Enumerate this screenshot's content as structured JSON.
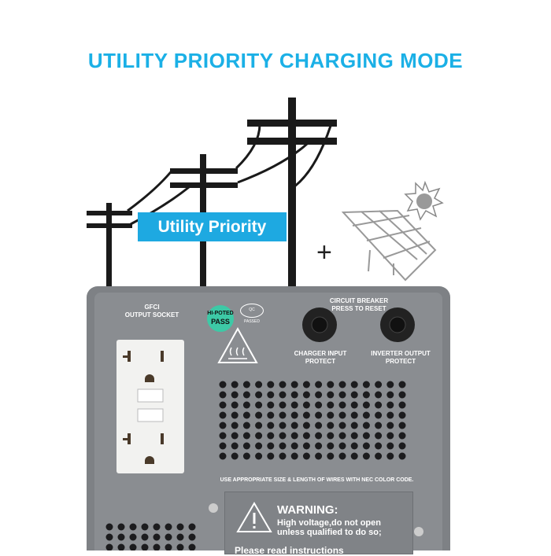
{
  "title": "UTILITY PRIORITY CHARGING MODE",
  "badge": "Utility Priority",
  "plus": "+",
  "icons": [
    "power-pole-icon",
    "solar-panel-icon",
    "sun-icon",
    "hot-surface-warning-icon",
    "warning-triangle-icon"
  ],
  "colors": {
    "title": "#1bb0e6",
    "badge": "#1ea9e1",
    "panel": "#7e8185",
    "hipot": "#3dc9a6"
  },
  "panel": {
    "gfci": "GFCI",
    "gfci2": "OUTPUT SOCKET",
    "hipot1": "HI-POTED",
    "hipot2": "PASS",
    "qc": "QC PASSED",
    "breaker1": "CIRCUIT BREAKER",
    "breaker2": "PRESS TO RESET",
    "charger1": "CHARGER INPUT",
    "charger2": "PROTECT",
    "inverter1": "INVERTER OUTPUT",
    "inverter2": "PROTECT",
    "wires": "USE APPROPRIATE SIZE & LENGTH OF WIRES WITH NEC COLOR CODE.",
    "warning_title": "WARNING:",
    "warning_line1": "High voltage,do not open",
    "warning_line2": "unless qualified to do so;",
    "warning_line3": "Please read instructions"
  }
}
